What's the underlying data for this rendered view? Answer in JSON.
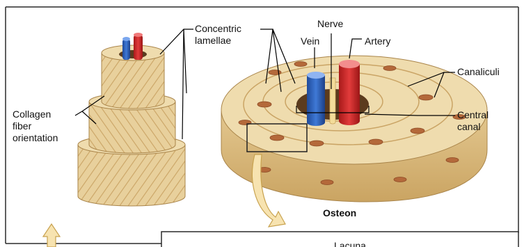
{
  "labels": {
    "concentric_lamellae": [
      "Concentric",
      "lamellae"
    ],
    "nerve": "Nerve",
    "vein": "Vein",
    "artery": "Artery",
    "canaliculi": "Canaliculi",
    "collagen_fiber_orientation": [
      "Collagen",
      "fiber",
      "orientation"
    ],
    "central_canal": [
      "Central",
      "canal"
    ],
    "osteon": "Osteon",
    "lacuna_partial": "Lacuna"
  },
  "colors": {
    "bone_light": "#efdcae",
    "bone_mid": "#e2c48b",
    "bone_dark": "#c9a15e",
    "vein_blue": "#2e5fb8",
    "artery_red": "#d12a2a",
    "nerve_yellow": "#f3dc9a",
    "osteocyte": "#b4693a",
    "pointer_line": "#000000",
    "frame": "#2a2a2a",
    "arrow_fill": "#f7e3b0",
    "arrow_stroke": "#c8a24f"
  }
}
